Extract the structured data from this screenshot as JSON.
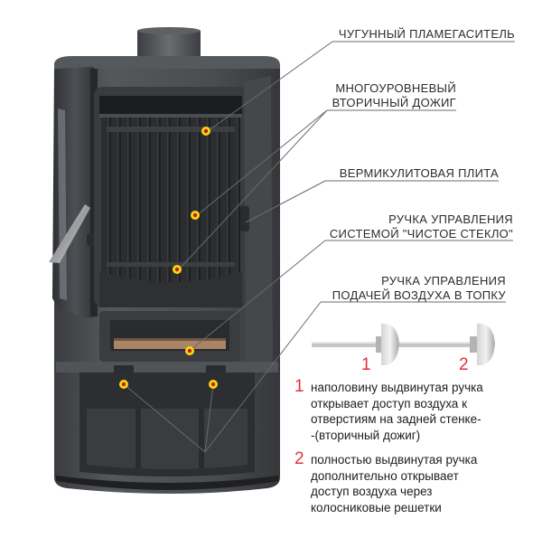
{
  "labels": {
    "flame_deflector": "ЧУГУННЫЙ  ПЛАМЕГАСИТЕЛЬ",
    "secondary_burn": [
      "МНОГОУРОВНЕВЫЙ",
      "ВТОРИЧНЫЙ ДОЖИГ"
    ],
    "vermiculite": "ВЕРМИКУЛИТОВАЯ ПЛИТА",
    "clean_glass": [
      "РУЧКА УПРАВЛЕНИЯ",
      "СИСТЕМОЙ \"ЧИСТОЕ СТЕКЛО\""
    ],
    "air_supply": [
      "РУЧКА УПРАВЛЕНИЯ",
      "ПОДАЧЕЙ ВОЗДУХА В ТОПКУ"
    ]
  },
  "handle_positions": [
    "1",
    "2"
  ],
  "notes": [
    {
      "number": "1",
      "lines": [
        "наполовину выдвинутая ручка",
        "открывает доступ воздуха к",
        "отверстиям на задней стенке-",
        "-(вторичный дожиг)"
      ]
    },
    {
      "number": "2",
      "lines": [
        "полностью выдвинутая ручка",
        "дополнительно открывает",
        "доступ воздуха через",
        "колосниковые решетки"
      ]
    }
  ],
  "colors": {
    "accent": "#e0323a",
    "marker_fill": "#f5d90a",
    "marker_center": "#c8161d",
    "stove_body": "#4c4e51",
    "stove_dark": "#2a2b2d",
    "leader_line": "#6b6b6b"
  }
}
